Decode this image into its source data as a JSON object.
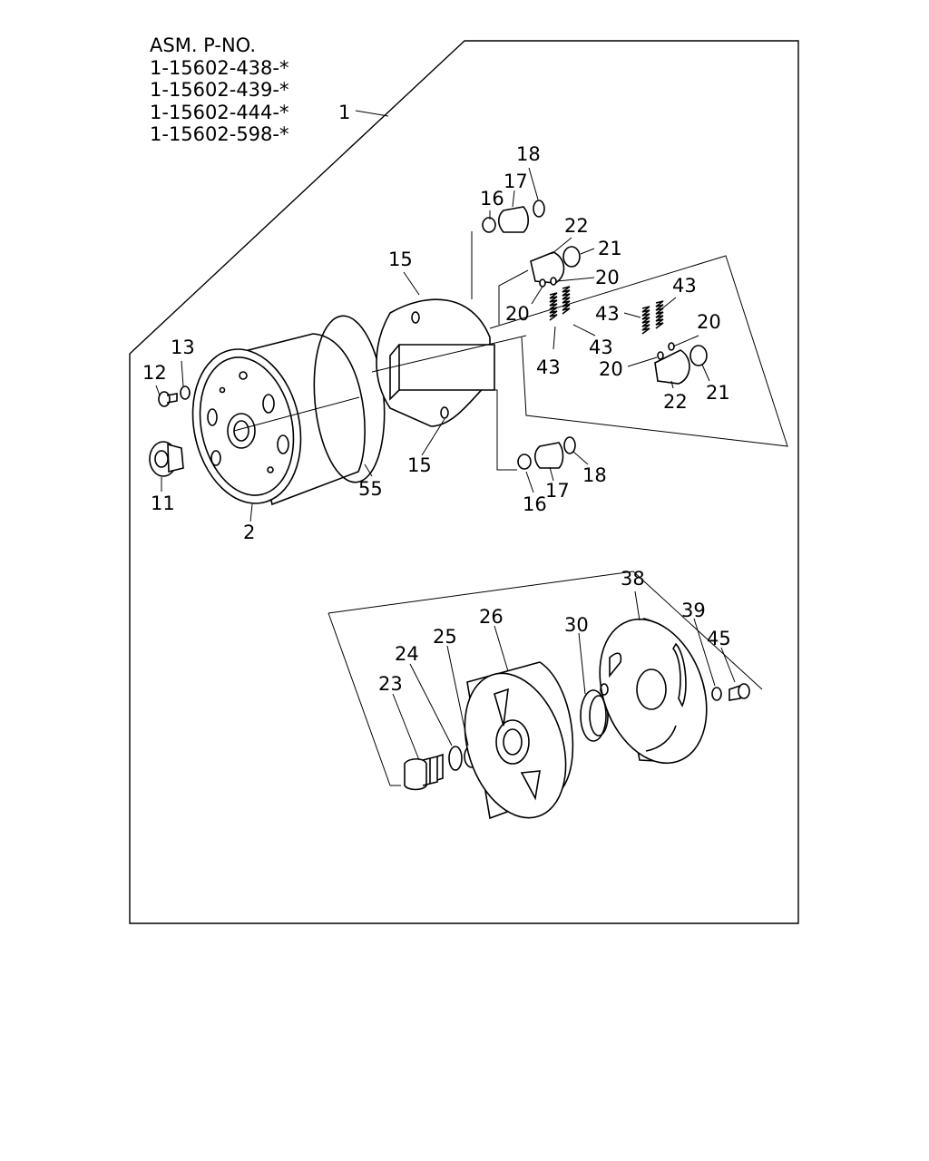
{
  "header": {
    "title": "ASM. P-NO.",
    "part_numbers": [
      "1-15602-438-*",
      "1-15602-439-*",
      "1-15602-444-*",
      "1-15602-598-*"
    ]
  },
  "callouts": [
    "1",
    "18",
    "17",
    "16",
    "22",
    "21",
    "15",
    "20",
    "20",
    "43",
    "43",
    "20",
    "43",
    "43",
    "20",
    "22",
    "21",
    "13",
    "12",
    "11",
    "2",
    "55",
    "15",
    "16",
    "17",
    "18",
    "38",
    "39",
    "45",
    "26",
    "30",
    "25",
    "24",
    "23"
  ]
}
